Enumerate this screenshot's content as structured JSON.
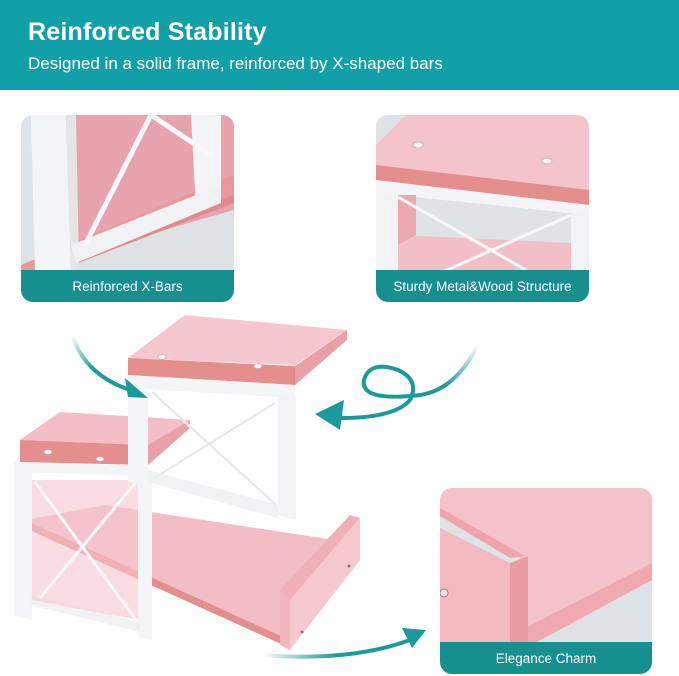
{
  "header": {
    "title": "Reinforced Stability",
    "subtitle": "Designed in a solid frame, reinforced by X-shaped bars"
  },
  "feature_cards": [
    {
      "caption": "Reinforced X-Bars",
      "image": "x-bar-closeup"
    },
    {
      "caption": "Sturdy Metal&Wood Structure",
      "image": "shelf-frame-closeup"
    },
    {
      "caption": "Elegance Charm",
      "image": "shelf-edge-closeup"
    }
  ],
  "product": {
    "image": "two-tier-pink-white-shelf",
    "arrows": [
      "curved-arrow-to-x-bars",
      "looped-arrow-to-structure",
      "curved-arrow-to-edge"
    ]
  },
  "colors": {
    "header_teal": "#12A0A8",
    "caption_teal": "#168F8E",
    "arrow_teal": "#1A9A9A",
    "pink_light": "#F4C4CC",
    "pink_edge": "#E58E8E",
    "frame_white": "#F4F5F6",
    "backdrop_grey": "#E0E3E6"
  }
}
